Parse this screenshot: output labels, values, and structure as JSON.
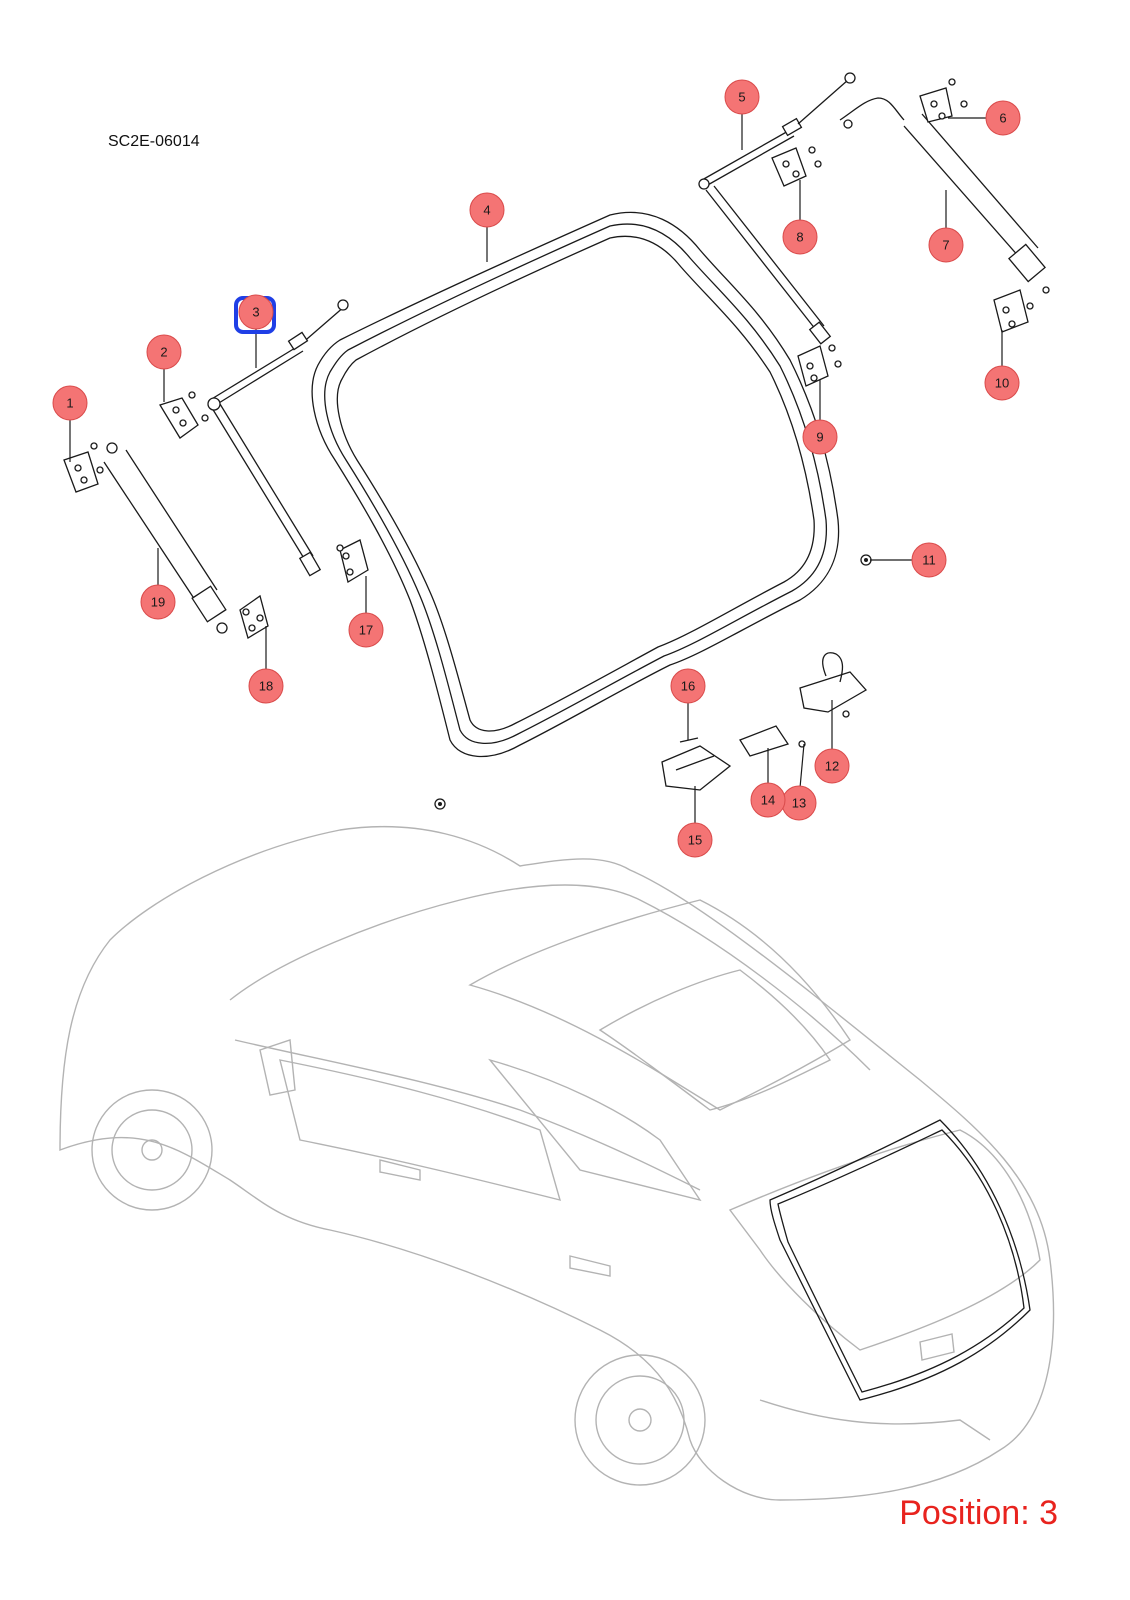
{
  "diagram_code": "SC2E-06014",
  "position_label": "Position: 3",
  "highlight_color": "#1f3fe6",
  "callout_color": "#f47474",
  "selected_position": "3",
  "callouts": [
    "1",
    "2",
    "3",
    "4",
    "5",
    "6",
    "7",
    "8",
    "9",
    "10",
    "11",
    "12",
    "13",
    "14",
    "15",
    "16",
    "17",
    "18",
    "19"
  ]
}
